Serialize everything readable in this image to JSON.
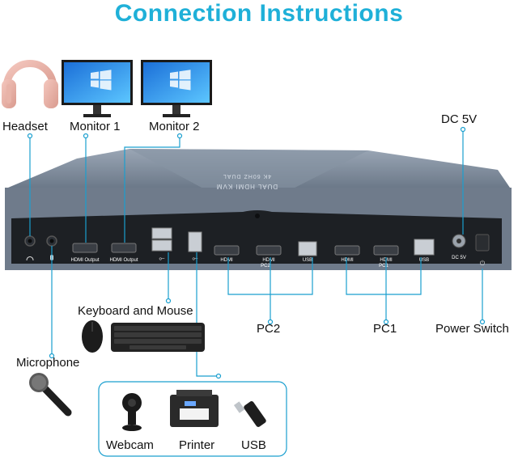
{
  "title": "Connection Instructions",
  "device": {
    "top_text_line1": "DUAL HDMI KVM",
    "top_text_line2": "4K 60HZ DUAL",
    "port_labels": {
      "hdmi_output_1": "HDMI Output",
      "hdmi_output_2": "HDMI Output",
      "pc2_hdmi_1": "HDMI",
      "pc2_hdmi_2": "HDMI",
      "pc2_usb": "USB",
      "pc2": "PC2",
      "pc1_hdmi_1": "HDMI",
      "pc1_hdmi_2": "HDMI",
      "pc1_usb": "USB",
      "pc1": "PC1",
      "dc": "DC 5V"
    }
  },
  "labels": {
    "headset": "Headset",
    "monitor1": "Monitor 1",
    "monitor2": "Monitor 2",
    "dc5v": "DC 5V",
    "keyboard_mouse": "Keyboard and Mouse",
    "microphone": "Microphone",
    "pc2": "PC2",
    "pc1": "PC1",
    "power_switch": "Power Switch",
    "webcam": "Webcam",
    "printer": "Printer",
    "usb": "USB"
  },
  "colors": {
    "title": "#1fb0d8",
    "connector_line": "#1a9fcf",
    "device_body": "#7b8898",
    "device_front": "#1d2024"
  }
}
